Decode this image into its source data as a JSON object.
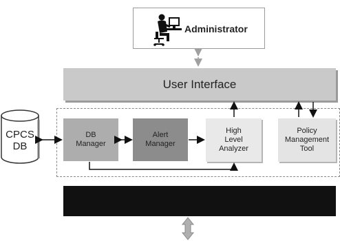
{
  "administrator": {
    "label": "Administrator",
    "icon": "person-at-computer-icon"
  },
  "user_interface": {
    "label": "User Interface"
  },
  "database": {
    "label": "CPCS\nDB",
    "icon": "database-cylinder-icon"
  },
  "components": {
    "db_manager": {
      "label": "DB\nManager"
    },
    "alert_manager": {
      "label": "Alert\nManager"
    },
    "high_level_analyzer": {
      "label": "High\nLevel\nAnalyzer"
    },
    "policy_management_tool": {
      "label": "Policy\nManagement\nTool"
    }
  },
  "colors": {
    "ui_bar": "#c9c9c9",
    "db_manager": "#adadad",
    "alert_manager": "#8c8c8c",
    "light_component": "#e9e9e9",
    "bottom_bar": "#111111",
    "arrow": "#111111",
    "bottom_arrow": "#b0b0b0"
  }
}
